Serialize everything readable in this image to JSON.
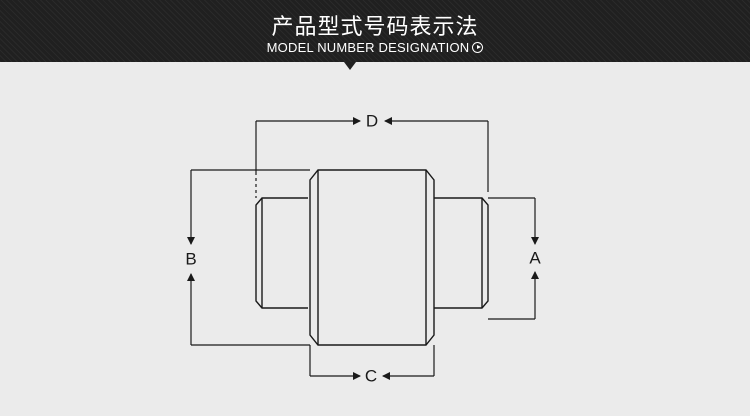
{
  "header": {
    "title": "产品型式号码表示法",
    "subtitle": "MODEL NUMBER DESIGNATION",
    "icon": "play-circle-icon"
  },
  "diagram": {
    "labels": {
      "a": "A",
      "b": "B",
      "c": "C",
      "d": "D"
    }
  },
  "colors": {
    "header_bg": "#202020",
    "page_bg": "#ebebeb",
    "line": "#1a1a1a"
  }
}
